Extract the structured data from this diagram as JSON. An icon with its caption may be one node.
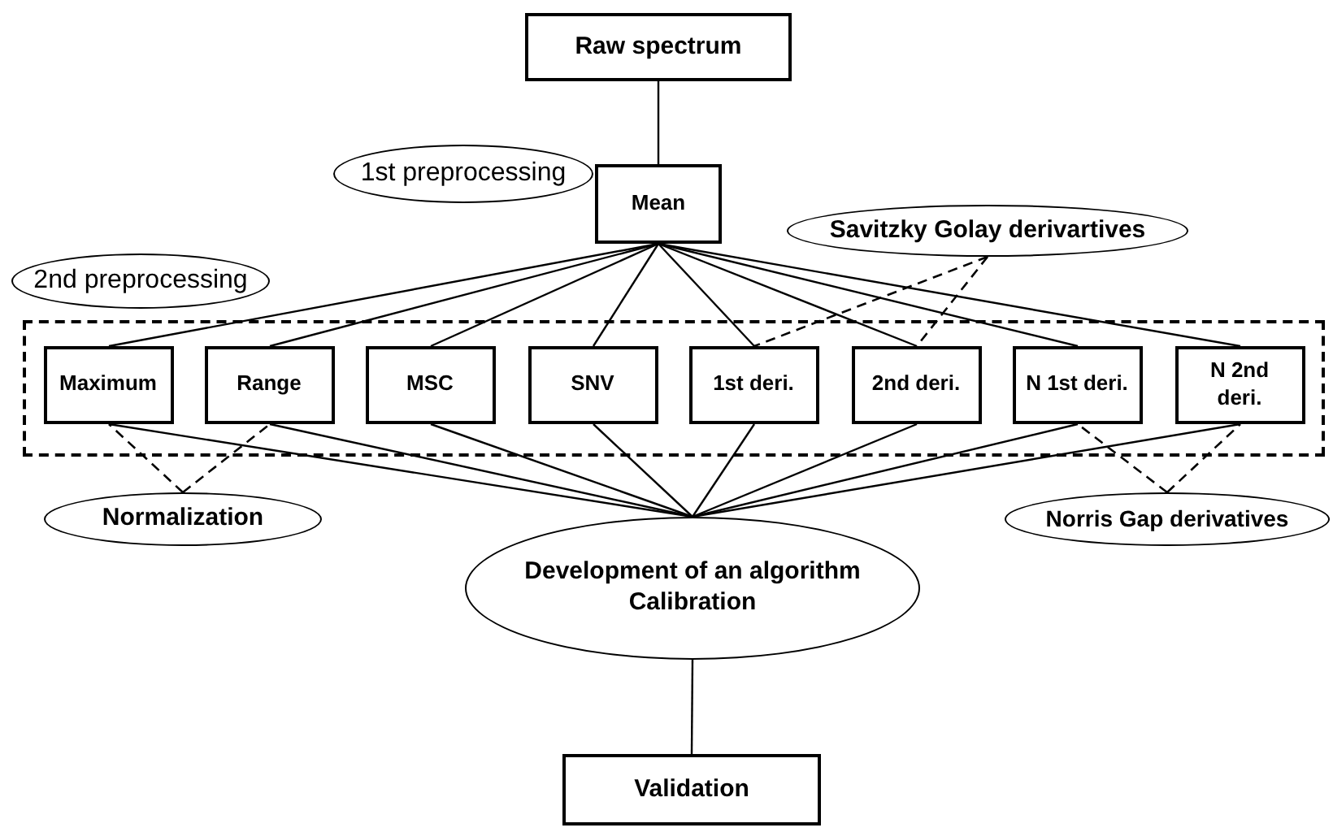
{
  "diagram": {
    "nodes": [
      {
        "text": [
          "Raw spectrum"
        ]
      },
      {
        "text": [
          "1st preprocessing"
        ]
      },
      {
        "text": [
          "Mean"
        ]
      },
      {
        "text": [
          "Savitzky Golay derivartives"
        ]
      },
      {
        "text": [
          "2nd preprocessing"
        ]
      },
      {
        "text": [],
        "shape": "box"
      },
      {
        "text": [
          "Maximum"
        ],
        "in": 5
      },
      {
        "text": [
          "Range"
        ],
        "in": 5
      },
      {
        "text": [
          "MSC"
        ],
        "in": 5
      },
      {
        "text": [
          "SNV"
        ],
        "in": 5
      },
      {
        "text": [
          "1st deri."
        ],
        "in": 5
      },
      {
        "text": [
          "2nd deri."
        ],
        "in": 5
      },
      {
        "text": [
          "N 1st deri."
        ],
        "in": 5
      },
      {
        "text": [
          "N 2nd deri."
        ],
        "in": 5
      },
      {
        "text": [
          "Normalization"
        ]
      },
      {
        "text": [
          "Norris Gap derivatives"
        ]
      },
      {
        "text": [
          "Development of an algorithm Calibration"
        ]
      },
      {
        "text": [
          "Validation"
        ]
      }
    ],
    "edges": [
      {
        "from": 0,
        "to": 2,
        "arrow": "none"
      },
      {
        "from": 2,
        "to": 6,
        "arrow": "none"
      },
      {
        "from": 2,
        "to": 7,
        "arrow": "none"
      },
      {
        "from": 2,
        "to": 8,
        "arrow": "none"
      },
      {
        "from": 2,
        "to": 9,
        "arrow": "none"
      },
      {
        "from": 2,
        "to": 10,
        "arrow": "none"
      },
      {
        "from": 2,
        "to": 11,
        "arrow": "none"
      },
      {
        "from": 2,
        "to": 12,
        "arrow": "none"
      },
      {
        "from": 2,
        "to": 13,
        "arrow": "none"
      },
      {
        "from": 3,
        "to": 10,
        "arrow": "none",
        "style": "dashed"
      },
      {
        "from": 3,
        "to": 11,
        "arrow": "none",
        "style": "dashed"
      },
      {
        "from": 14,
        "to": 6,
        "arrow": "none",
        "style": "dashed"
      },
      {
        "from": 14,
        "to": 7,
        "arrow": "none",
        "style": "dashed"
      },
      {
        "from": 15,
        "to": 12,
        "arrow": "none",
        "style": "dashed"
      },
      {
        "from": 15,
        "to": 13,
        "arrow": "none",
        "style": "dashed"
      },
      {
        "from": 6,
        "to": 16,
        "arrow": "none"
      },
      {
        "from": 7,
        "to": 16,
        "arrow": "none"
      },
      {
        "from": 8,
        "to": 16,
        "arrow": "none"
      },
      {
        "from": 9,
        "to": 16,
        "arrow": "none"
      },
      {
        "from": 10,
        "to": 16,
        "arrow": "none"
      },
      {
        "from": 11,
        "to": 16,
        "arrow": "none"
      },
      {
        "from": 12,
        "to": 16,
        "arrow": "none"
      },
      {
        "from": 13,
        "to": 16,
        "arrow": "none"
      },
      {
        "from": 16,
        "to": 17,
        "arrow": "none"
      }
    ]
  }
}
